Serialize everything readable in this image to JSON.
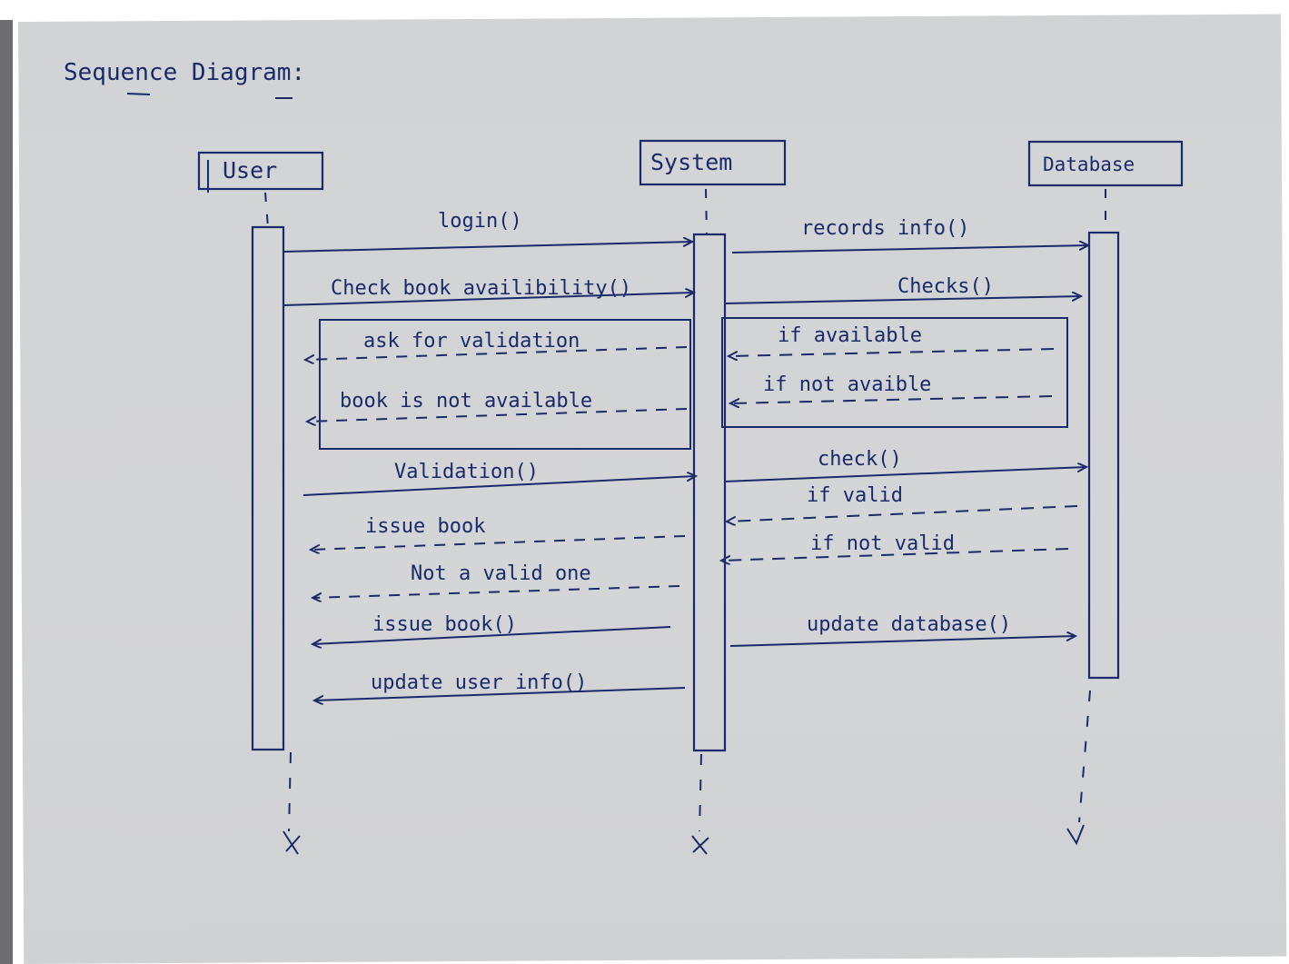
{
  "title": "Sequence Diagram:",
  "lifelines": [
    {
      "id": "user",
      "label": "User"
    },
    {
      "id": "system",
      "label": "System"
    },
    {
      "id": "database",
      "label": "Database"
    }
  ],
  "messages": {
    "login": "login()",
    "check_availability": "Check book availibility()",
    "ask_validation": "ask for validation",
    "book_not_available": "book is not available",
    "validation": "Validation()",
    "issue_book_reply": "issue book",
    "not_valid_one": "Not a valid one",
    "issue_book_call": "issue book()",
    "update_user_info": "update user info()",
    "records_info": "records info()",
    "checks": "Checks()",
    "if_available": "if available",
    "if_not_available": "if not avaible",
    "check": "check()",
    "if_valid": "if valid",
    "if_not_valid": "if not valid",
    "update_database": "update database()"
  },
  "colors": {
    "ink": "#1b2a6b",
    "paper": "#d3d4d6"
  }
}
